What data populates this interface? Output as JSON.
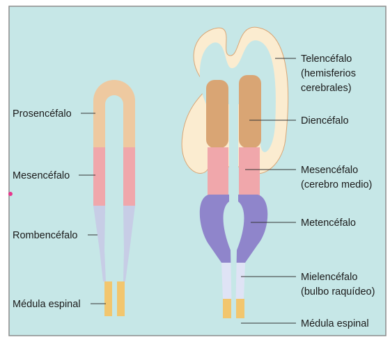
{
  "colors": {
    "background": "#c6e7e7",
    "frame": "#8c8c8c",
    "prosencephalon": "#eec9a0",
    "mesencephalon": "#f0a7ab",
    "rhombencephalon": "#c7cde6",
    "spinal_cord": "#f2c66e",
    "telencephalon": "#fbecd0",
    "diencephalon": "#d9a574",
    "metencephalon": "#8f85cb",
    "myelencephalon": "#dfe3f5",
    "marker": "#e8358c"
  },
  "left_labels": {
    "prosencefalo": "Prosencéfalo",
    "mesencefalo": "Mesencéfalo",
    "rombencefalo": "Rombencéfalo",
    "medula": "Médula espinal"
  },
  "right_labels": {
    "telencefalo_1": "Telencéfalo",
    "telencefalo_2": "(hemisferios",
    "telencefalo_3": "cerebrales)",
    "diencefalo": "Diencéfalo",
    "mesencefalo_1": "Mesencéfalo",
    "mesencefalo_2": "(cerebro medio)",
    "metencefalo": "Metencéfalo",
    "mielencefalo_1": "Mielencéfalo",
    "mielencefalo_2": "(bulbo raquídeo)",
    "medula": "Médula espinal"
  }
}
